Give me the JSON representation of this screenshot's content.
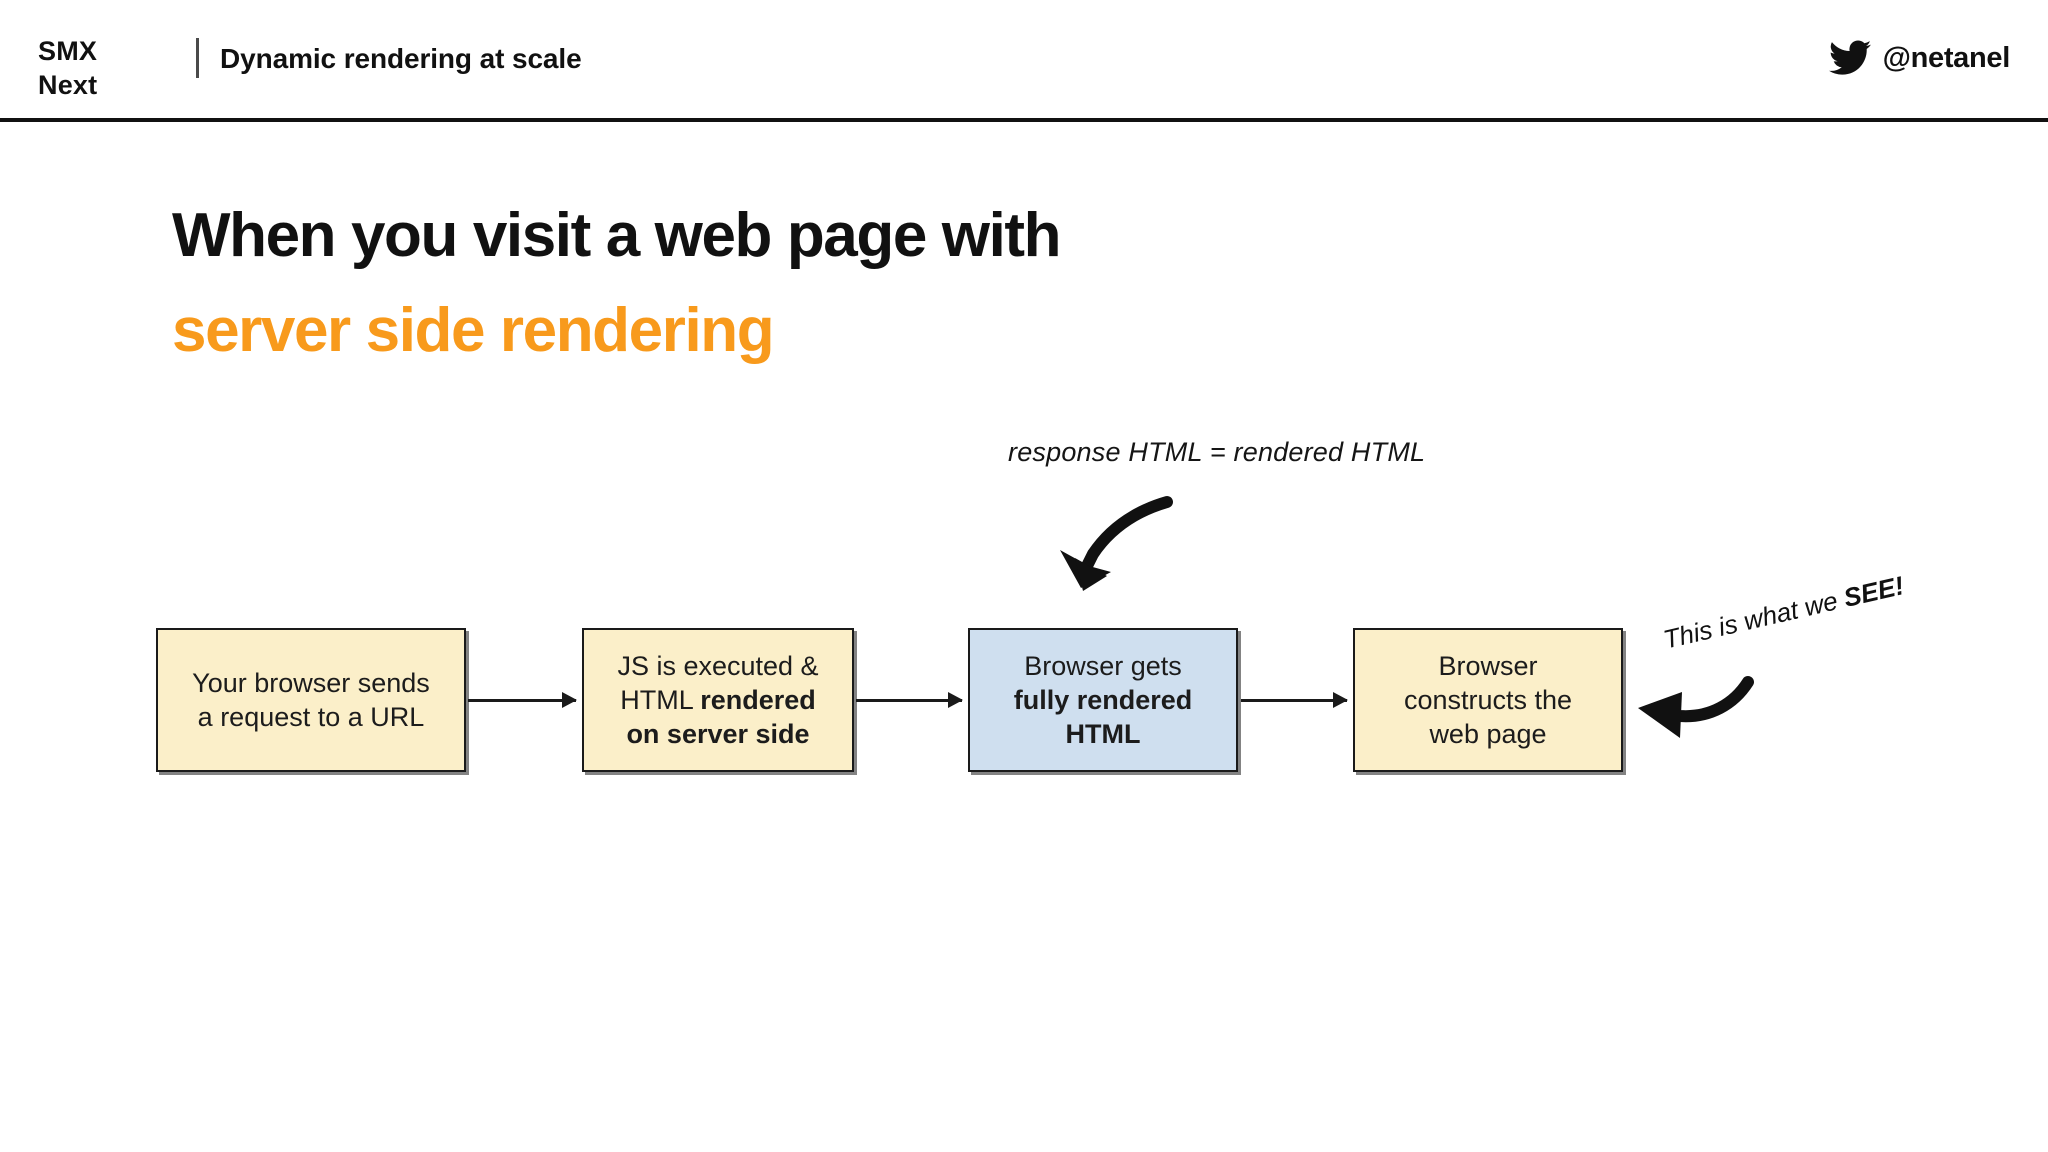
{
  "header": {
    "brand_line_1": "SMX",
    "brand_line_2": "Next",
    "deck_title": "Dynamic rendering at scale",
    "twitter_icon": "twitter-bird-icon",
    "twitter_handle": "@netanel"
  },
  "headline": {
    "line_1": "When you visit a web page with",
    "line_2": "server side rendering",
    "accent_color": "#F89A1C"
  },
  "diagram": {
    "type": "flowchart",
    "boxes": [
      {
        "id": "box-1",
        "text_plain": "Your browser sends a request to a URL",
        "line_1": "Your browser sends",
        "line_2": "a request to a URL",
        "fill": "#FBEFC9"
      },
      {
        "id": "box-2",
        "text_plain": "JS is executed & HTML rendered on server side",
        "line_1": "JS is executed &",
        "line_2_regular": "HTML ",
        "line_2_bold": "rendered",
        "line_3_bold": "on server side",
        "fill": "#FBEFC9"
      },
      {
        "id": "box-3",
        "text_plain": "Browser gets fully rendered HTML",
        "line_1": "Browser gets",
        "line_2_bold": "fully rendered",
        "line_3_bold": "HTML",
        "fill": "#CFDFEF"
      },
      {
        "id": "box-4",
        "text_plain": "Browser constructs the web page",
        "line_1": "Browser",
        "line_2": "constructs the",
        "line_3": "web page",
        "fill": "#FBEFC9"
      }
    ],
    "connectors": [
      {
        "id": "conn-1",
        "from": "box-1",
        "to": "box-2"
      },
      {
        "id": "conn-2",
        "from": "box-2",
        "to": "box-3"
      },
      {
        "id": "conn-3",
        "from": "box-3",
        "to": "box-4"
      }
    ],
    "annotations": [
      {
        "id": "annotation-response",
        "text": "response HTML  = rendered HTML",
        "style": "italic",
        "points_to": "box-3"
      },
      {
        "id": "annotation-see",
        "text_regular": "This is what we ",
        "text_bold": "SEE!",
        "style": "italic-rotated",
        "points_to": "box-4"
      }
    ]
  }
}
